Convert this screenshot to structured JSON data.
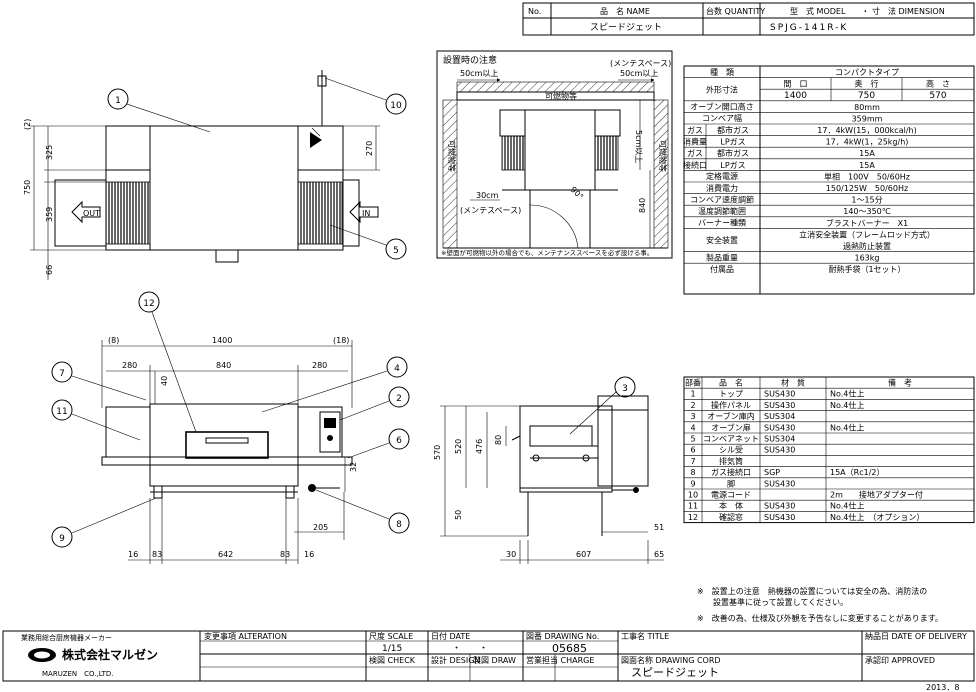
{
  "title_block": {
    "no_label": "No.",
    "name_label": "品　名 NAME",
    "qty_label": "台数 QUANTITY",
    "model_label": "型　式 MODEL　　・ 寸　法 DIMENSION",
    "product_name": "スピードジェット",
    "model_value": "SPJG-141R-K"
  },
  "install": {
    "title": "設置時の注意",
    "maint_top": "(メンテスペース)",
    "left_clear": "50cm以上",
    "right_clear": "50cm以上",
    "combustible": "可燃物等",
    "wall_left": "可燃物等",
    "wall_right": "可燃物等",
    "gap_label": "5cm以上",
    "bottom_clear": "30cm",
    "maint_bottom": "(メンテスペース)",
    "angle": "90°",
    "height": "840",
    "note": "※壁面が可燃物以外の場合でも、メンテナンススペースを必ず設ける事。"
  },
  "specs": {
    "head_type": "種　類",
    "type_value": "コンパクトタイプ",
    "dims_label": "外形寸法",
    "width_label": "間　口",
    "depth_label": "奥　行",
    "height_label": "高　さ",
    "width_value": "1400",
    "depth_value": "750",
    "height_value": "570",
    "rows": [
      {
        "label": "オーブン開口高さ",
        "value": "80mm"
      },
      {
        "label": "コンベア幅",
        "value": "359mm"
      },
      {
        "group": "ガス",
        "sub": "都市ガス",
        "value": "17．4kW(15，000kcal/h)"
      },
      {
        "group": "消費量",
        "sub": "LPガス",
        "value": "17．4kW(1，25kg/h)"
      },
      {
        "group": "ガス",
        "sub": "都市ガス",
        "value": "15A"
      },
      {
        "group": "接続口",
        "sub": "LPガス",
        "value": "15A"
      },
      {
        "label": "定格電源",
        "value": "単相　100V　50/60Hz"
      },
      {
        "label": "消費電力",
        "value": "150/125W　50/60Hz"
      },
      {
        "label": "コンベア速度調節",
        "value": "1～15分"
      },
      {
        "label": "温度調節範囲",
        "value": "140～350℃"
      },
      {
        "label": "バーナー種類",
        "value": "ブラストバーナー　X1"
      },
      {
        "label": "安全装置",
        "value": "立消安全装置（フレームロッド方式）",
        "value2": "過熱防止装置"
      },
      {
        "label": "製品重量",
        "value": "163kg"
      },
      {
        "label": "付属品",
        "value": "耐熱手袋（1セット）"
      }
    ]
  },
  "parts": {
    "headers": [
      "部番",
      "品　名",
      "材　質",
      "備　考"
    ],
    "rows": [
      [
        "1",
        "トップ",
        "SUS430",
        "No.4仕上"
      ],
      [
        "2",
        "操作パネル",
        "SUS430",
        "No.4仕上"
      ],
      [
        "3",
        "オーブン庫内",
        "SUS304",
        ""
      ],
      [
        "4",
        "オーブン扉",
        "SUS430",
        "No.4仕上"
      ],
      [
        "5",
        "コンベアネット",
        "SUS304",
        ""
      ],
      [
        "6",
        "シル受",
        "SUS430",
        ""
      ],
      [
        "7",
        "排気筒",
        "",
        ""
      ],
      [
        "8",
        "ガス接続口",
        "SGP",
        "15A（Rc1/2）"
      ],
      [
        "9",
        "脚",
        "SUS430",
        ""
      ],
      [
        "10",
        "電源コード",
        "",
        "2m　　接地アダプター付"
      ],
      [
        "11",
        "本　体",
        "SUS430",
        "No.4仕上"
      ],
      [
        "12",
        "確認窓",
        "SUS430",
        "No.4仕上　（オプション）"
      ]
    ]
  },
  "notes": [
    "※　設置上の注意　熱機器の設置については安全の為、消防法の",
    "　　設置基準に従って設置してください。",
    "※　改善の為、仕様及び外観を予告なしに変更することがあります。"
  ],
  "top_view": {
    "dim_2": "(2)",
    "dim_325": "325",
    "dim_750": "750",
    "dim_359": "359",
    "dim_66": "66",
    "dim_270": "270",
    "out_label": "OUT",
    "in_label": "IN",
    "balloons": [
      "1",
      "10",
      "5"
    ]
  },
  "front_view": {
    "dim_8": "(8)",
    "dim_1400": "1400",
    "dim_18": "(18)",
    "dim_280l": "280",
    "dim_840": "840",
    "dim_280r": "280",
    "dim_40": "40",
    "dim_32": "32",
    "dim_205": "205",
    "bottom_dims": [
      "16",
      "83",
      "642",
      "83",
      "16"
    ],
    "balloons": [
      "12",
      "7",
      "4",
      "2",
      "11",
      "6",
      "8",
      "9"
    ]
  },
  "side_view": {
    "dim_570": "570",
    "dim_520": "520",
    "dim_476": "476",
    "dim_80": "80",
    "dim_50": "50",
    "dim_51": "51",
    "dim_30": "30",
    "dim_607": "607",
    "dim_65": "65",
    "balloon": "3"
  },
  "footer": {
    "maker_caption": "業務用総合厨房機器メーカー",
    "company": "株式会社マルゼン",
    "company_en": "MARUZEN　CO.,LTD.",
    "alteration": "変更事項 ALTERATION",
    "scale_label": "尺度 SCALE",
    "scale_value": "1/15",
    "date_label": "日付 DATE",
    "date_value": "・　　・",
    "drawing_no_label": "図番 DRAWING No.",
    "drawing_no": "05685",
    "work_name_label": "工事名 TITLE",
    "delivery_label": "納品日 DATE OF DELIVERY",
    "check_label": "検図 CHECK",
    "design_label": "設計 DESIGN",
    "draw_label": "製図 DRAW",
    "charge_label": "営業担当 CHARGE",
    "cord_label": "図面名称 DRAWING CORD",
    "cord_value": "スピードジェット",
    "approved_label": "承認印 APPROVED",
    "year": "2013．8"
  },
  "icons": [
    "maruzen-logo-icon",
    "direction-arrow-icon"
  ]
}
